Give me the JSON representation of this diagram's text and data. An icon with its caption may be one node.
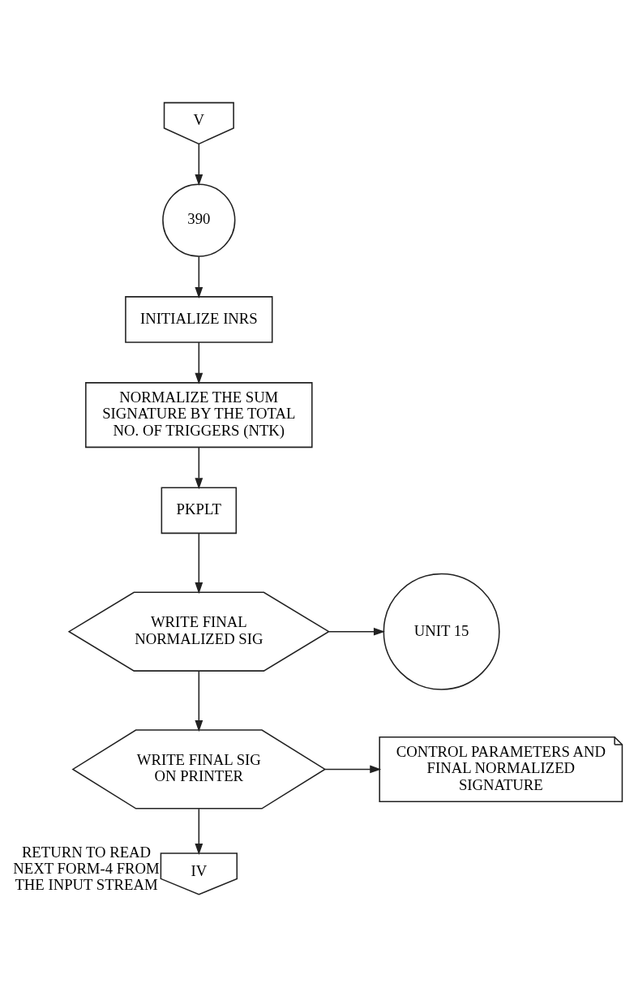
{
  "diagram": {
    "nodes": [
      {
        "text": [
          "V"
        ]
      },
      {
        "text": [
          "390"
        ]
      },
      {
        "text": [
          "INITIALIZE INRS"
        ]
      },
      {
        "text": [
          "NORMALIZE THE SUM SIGNATURE BY THE TOTAL NO. OF TRIGGERS (NTK)"
        ]
      },
      {
        "text": [
          "PKPLT"
        ]
      },
      {
        "text": [
          "WRITE FINAL NORMALIZED SIG"
        ]
      },
      {
        "text": [
          "UNIT 15"
        ]
      },
      {
        "text": [
          "WRITE FINAL SIG ON PRINTER"
        ]
      },
      {
        "text": [
          "CONTROL PARAMETERS AND FINAL NORMALIZED SIGNATURE"
        ]
      },
      {
        "text": [
          "IV"
        ],
        "beside": [
          "RETURN TO READ NEXT FORM-4 FROM THE INPUT STREAM"
        ]
      }
    ],
    "edges": [
      {
        "from": 0,
        "to": 1,
        "arrow": "to"
      },
      {
        "from": 1,
        "to": 2,
        "arrow": "to"
      },
      {
        "from": 2,
        "to": 3,
        "arrow": "to"
      },
      {
        "from": 3,
        "to": 4,
        "arrow": "to"
      },
      {
        "from": 4,
        "to": 5,
        "arrow": "to"
      },
      {
        "from": 5,
        "to": 6,
        "arrow": "to"
      },
      {
        "from": 5,
        "to": 7,
        "arrow": "to"
      },
      {
        "from": 7,
        "to": 8,
        "arrow": "to"
      },
      {
        "from": 7,
        "to": 9,
        "arrow": "to"
      }
    ]
  }
}
